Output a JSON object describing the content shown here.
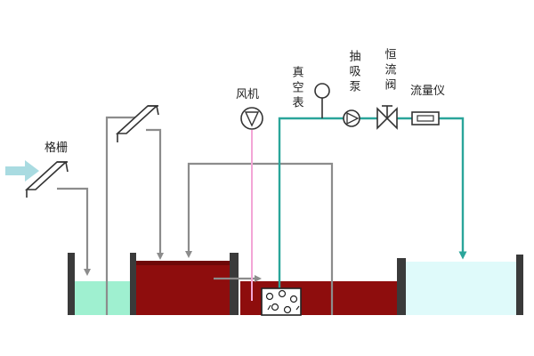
{
  "labels": {
    "grille": "格栅",
    "blower": "风机",
    "vacuum_gauge": "真空表",
    "suction_pump": "抽吸泵",
    "constant_flow_valve": "恒流阀",
    "flowmeter": "流量仪"
  },
  "colors": {
    "pipe_gray": "#8c8c8c",
    "pipe_teal": "#2aa59a",
    "air_pink": "#f3a6d6",
    "sludge_red": "#8e0d0d",
    "sludge_red_dark": "#6e0808",
    "inlet_green": "#9ff0d0",
    "clear_water": "#dffafa",
    "wall_dark": "#3a3a3a",
    "inflow_arrow": "#a9dbe1"
  },
  "icons": {
    "inflow": "inflow-arrow-icon",
    "grille": "screen-grille-icon",
    "blower": "blower-icon",
    "vacuum_gauge": "pressure-gauge-icon",
    "suction_pump": "pump-icon",
    "valve": "valve-icon",
    "flowmeter": "flowmeter-icon",
    "membrane": "membrane-module-icon"
  }
}
